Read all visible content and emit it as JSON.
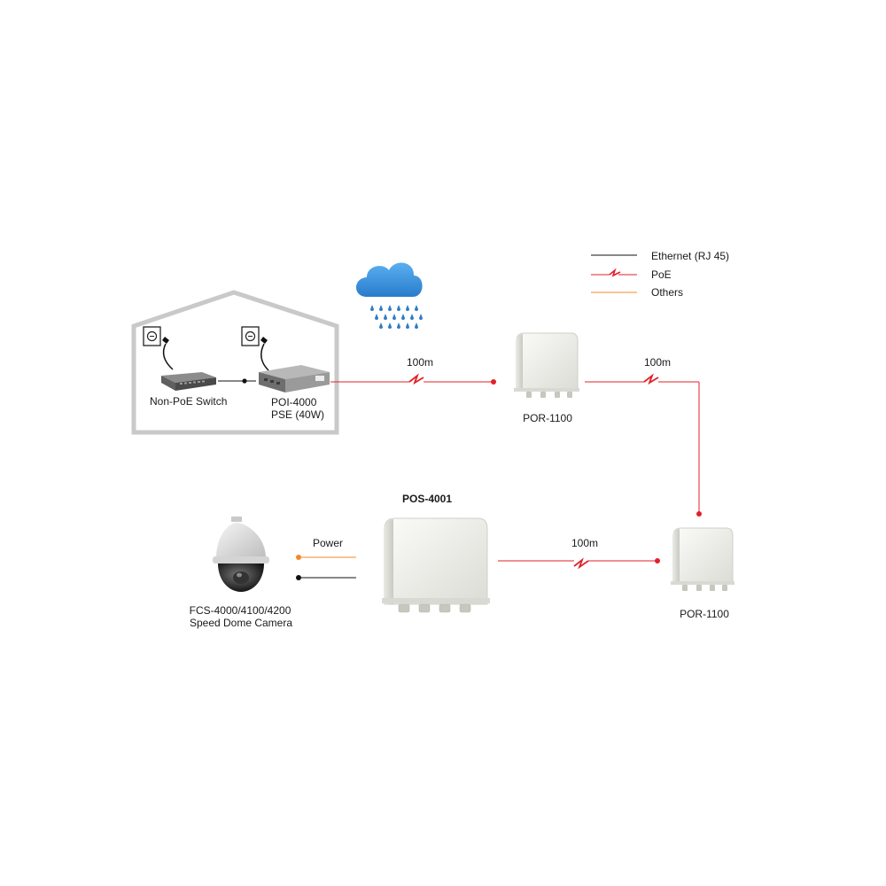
{
  "legend": {
    "ethernet": "Ethernet (RJ 45)",
    "poe": "PoE",
    "others": "Others"
  },
  "colors": {
    "ethernet": "#111111",
    "poe": "#e2202a",
    "others": "#f08a2c",
    "house": "#c9c9c9",
    "cloud": "#3a8fd6",
    "rain": "#2f7cc4"
  },
  "house": {
    "switch_label": "Non-PoE Switch",
    "poi_label_line1": "POI-4000",
    "poi_label_line2": "PSE (40W)"
  },
  "links": {
    "distance1": "100m",
    "distance2": "100m",
    "distance3": "100m"
  },
  "devices": {
    "repeater_top": "POR-1100",
    "repeater_bottom": "POR-1100",
    "splitter": "POS-4001",
    "camera_line1": "FCS-4000/4100/4200",
    "camera_line2": "Speed Dome Camera",
    "power_label": "Power"
  },
  "icons": [
    "cloud-rain-icon",
    "wall-outlet-icon",
    "power-plug-icon",
    "lightning-bolt-icon"
  ]
}
